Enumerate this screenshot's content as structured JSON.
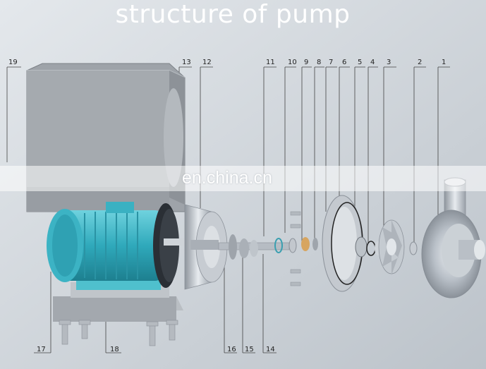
{
  "title": "structure of pump",
  "watermark": "en.china.cn",
  "callouts": {
    "top": [
      "19",
      "13",
      "12",
      "11",
      "10",
      "9",
      "8",
      "7",
      "6",
      "5",
      "4",
      "3",
      "2",
      "1"
    ],
    "bottom": [
      "17",
      "18",
      "16",
      "15",
      "14"
    ]
  },
  "colors": {
    "background": "#cfd5db",
    "motor": "#3fb6c7",
    "steel": "#b8bec6",
    "guard": "#9a9fa6"
  }
}
